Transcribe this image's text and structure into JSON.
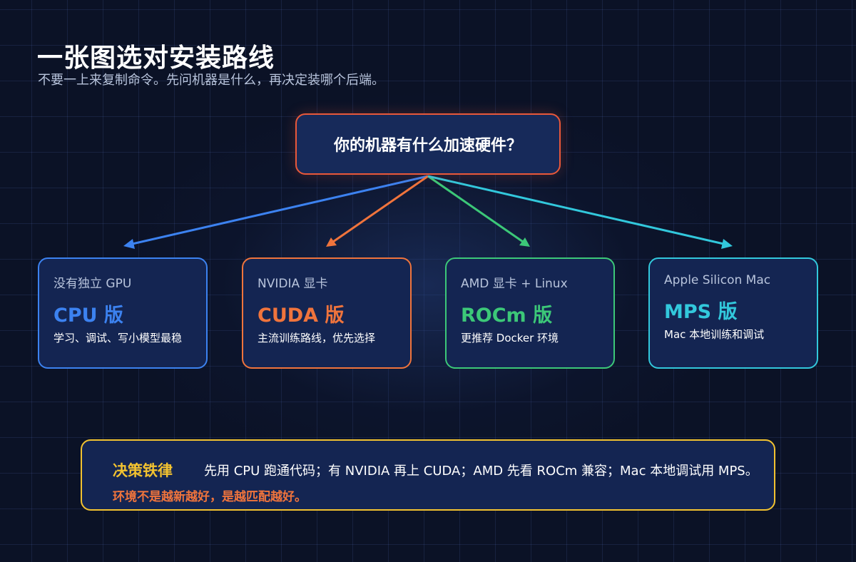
{
  "header": {
    "title": "一张图选对安装路线",
    "subtitle": "不要一上来复制命令。先问机器是什么，再决定装哪个后端。"
  },
  "question": "你的机器有什么加速硬件？",
  "colors": {
    "question_border": "#e9583a",
    "cpu": "#3c82f0",
    "cuda": "#f0743c",
    "rocm": "#3cc878",
    "mps": "#32c8dc",
    "rule": "#f2c230"
  },
  "cards": [
    {
      "label": "没有独立 GPU",
      "name": "CPU 版",
      "desc": "学习、调试、写小模型最稳",
      "color": "#3c82f0"
    },
    {
      "label": "NVIDIA 显卡",
      "name": "CUDA 版",
      "desc": "主流训练路线，优先选择",
      "color": "#f0743c"
    },
    {
      "label": "AMD 显卡 + Linux",
      "name": "ROCm 版",
      "desc": "更推荐 Docker 环境",
      "color": "#3cc878"
    },
    {
      "label": "Apple Silicon Mac",
      "name": "MPS 版",
      "desc": "Mac 本地训练和调试",
      "color": "#32c8dc"
    }
  ],
  "rule": {
    "tag": "决策铁律",
    "text": "先用 CPU 跑通代码；有 NVIDIA 再上 CUDA；AMD 先看 ROCm 兼容；Mac 本地调试用 MPS。",
    "note": "环境不是越新越好，是越匹配越好。"
  }
}
